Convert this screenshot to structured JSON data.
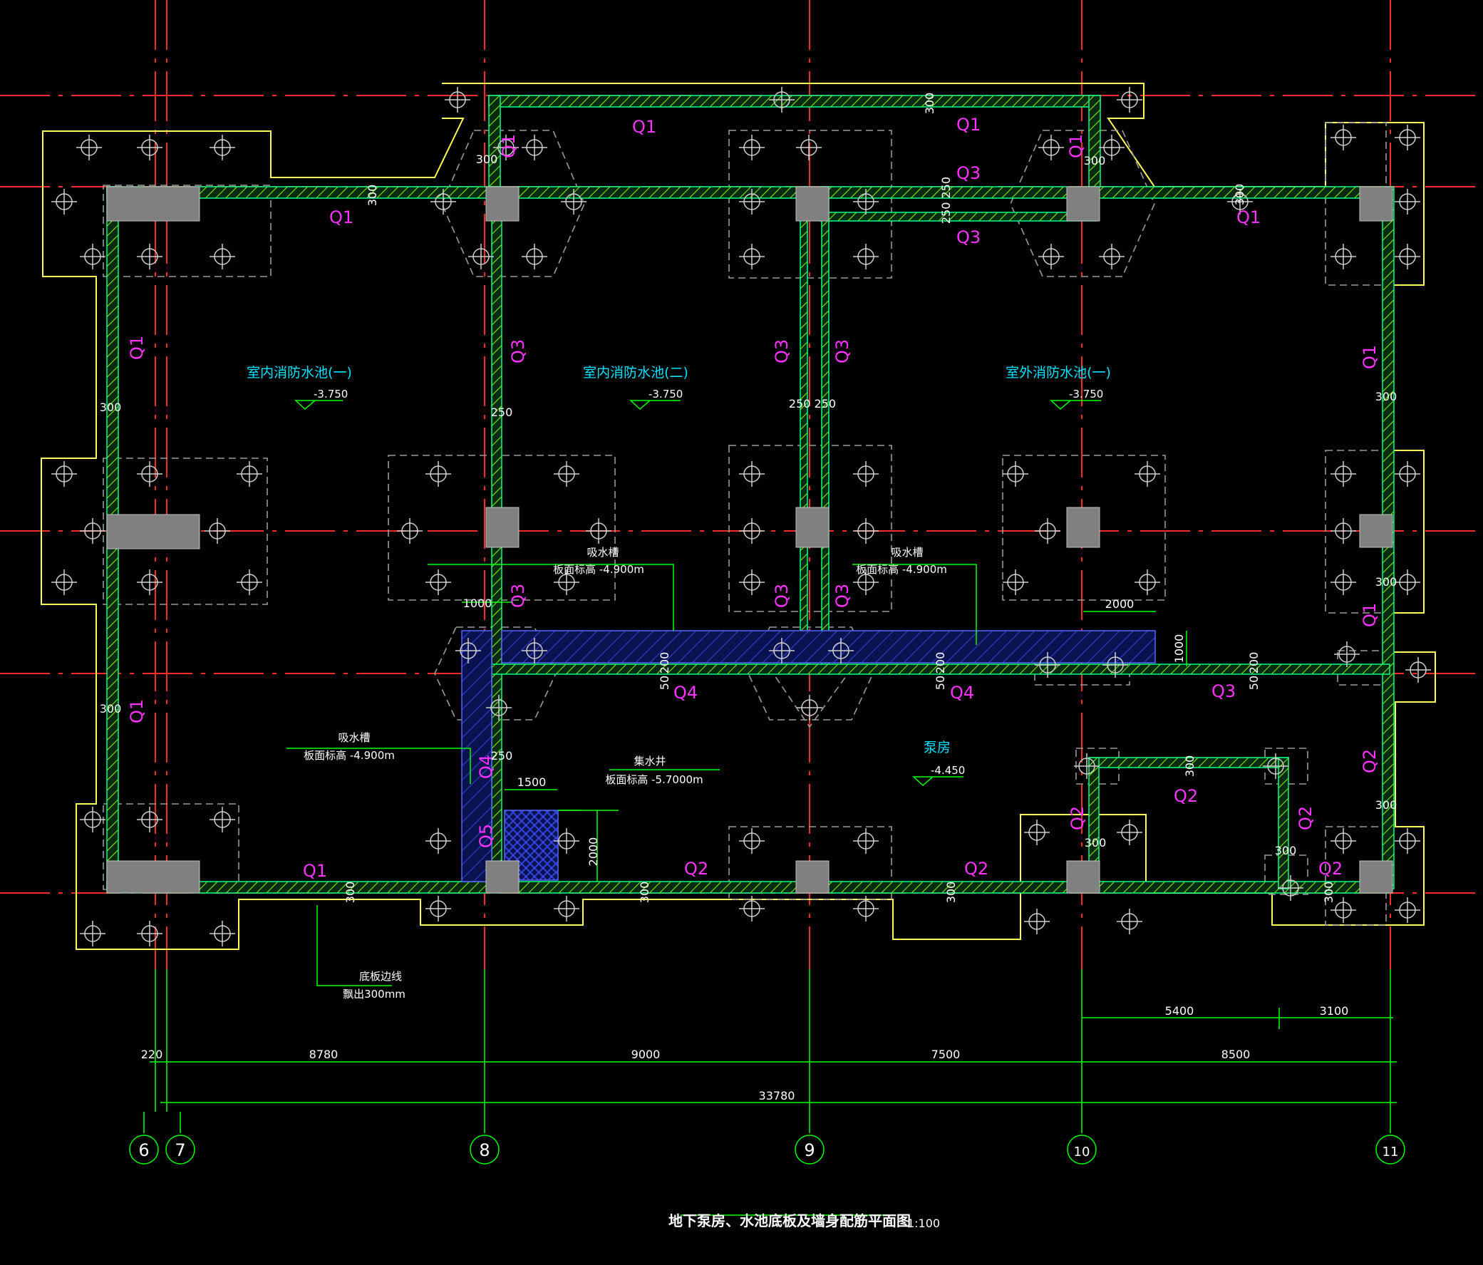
{
  "drawing": {
    "title": "地下泵房、水池底板及墙身配筋平面图",
    "scale": "1:100"
  },
  "axes": [
    {
      "label": "6"
    },
    {
      "label": "7"
    },
    {
      "label": "8"
    },
    {
      "label": "9"
    },
    {
      "label": "10"
    },
    {
      "label": "11"
    }
  ],
  "rooms": {
    "pool1_name": "室内消防水池(一)",
    "pool1_level": "-3.750",
    "pool2_name": "室内消防水池(二)",
    "pool2_level": "-3.750",
    "pool3_name": "室外消防水池(一)",
    "pool3_level": "-3.750",
    "pump_name": "泵房",
    "pump_level": "-4.450"
  },
  "notes": {
    "suction_tank": "吸水槽",
    "slab_level_49": "板面标高 -4.900m",
    "sump": "集水井",
    "slab_level_57": "板面标高 -5.7000m",
    "slab_edge": "底板边线",
    "slab_projection": "飘出300mm"
  },
  "wall_tags": {
    "q1": "Q1",
    "q2": "Q2",
    "q3": "Q3",
    "q4": "Q4",
    "q5": "Q5"
  },
  "dims": {
    "d220": "220",
    "d8780": "8780",
    "d9000": "9000",
    "d7500": "7500",
    "d8500": "8500",
    "d33780": "33780",
    "d5400": "5400",
    "d3100": "3100",
    "d1000": "1000",
    "d2000": "2000",
    "d1500": "1500",
    "d300": "300",
    "d250": "250",
    "d200": "200",
    "d50": "50",
    "d250_250": "250 250"
  },
  "colors": {
    "background": "#000000",
    "axis_line": "#ff2a2a",
    "dimension": "#00ff00",
    "foundation_outline": "#ffff55",
    "dashed_outline": "#aaaaaa",
    "wall_outline": "#00ff80",
    "wall_hatch": "#7fff00",
    "column_fill": "#808080",
    "wall_tag": "#ff33ff",
    "room_label": "#00e5ff",
    "note_text": "#ffffff",
    "hatch_blue": "#2233cc"
  }
}
